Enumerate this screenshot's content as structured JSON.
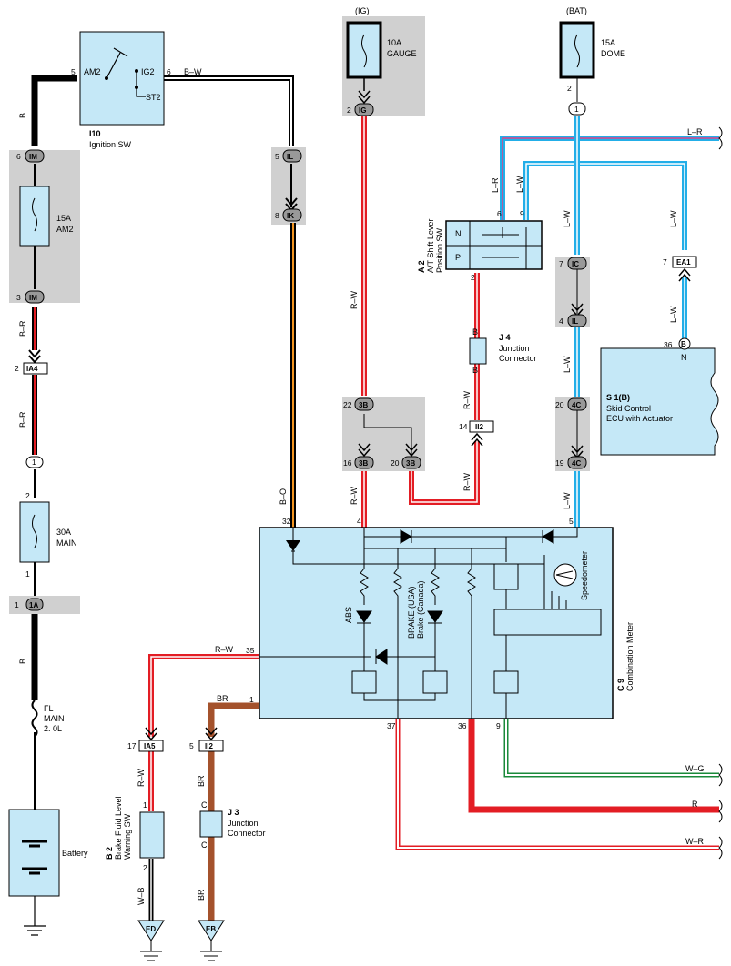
{
  "components": {
    "ignition_sw": {
      "code": "I10",
      "name": "Ignition SW",
      "am2": "AM2",
      "ig2": "IG2",
      "st2": "ST2",
      "pin_am2": "5",
      "pin_ig2": "6"
    },
    "fuse_gauge": {
      "source": "(IG)",
      "amps": "10A",
      "name": "GAUGE"
    },
    "fuse_dome": {
      "source": "(BAT)",
      "amps": "15A",
      "name": "DOME"
    },
    "fuse_am2": {
      "amps": "15A",
      "name": "AM2"
    },
    "fuse_main": {
      "amps": "30A",
      "name": "MAIN"
    },
    "fl_main": {
      "l1": "FL",
      "l2": "MAIN",
      "l3": "2. 0L"
    },
    "battery": {
      "name": "Battery"
    },
    "shift_sw": {
      "code": "A 2",
      "l1": "A/T Shift Lever",
      "l2": "Position SW",
      "n": "N",
      "p": "P",
      "pin6": "6",
      "pin9": "9",
      "pin2": "2"
    },
    "j4": {
      "code": "J 4",
      "l1": "Junction",
      "l2": "Connector",
      "b_top": "B",
      "b_bot": "B"
    },
    "j3": {
      "code": "J 3",
      "l1": "Junction",
      "l2": "Connector",
      "c_top": "C",
      "c_bot": "C"
    },
    "ecu": {
      "code": "S 1(B)",
      "l1": "Skid Control",
      "l2": "ECU with Actuator",
      "pin": "36",
      "conn": "B",
      "n": "N"
    },
    "meter": {
      "code": "C 9",
      "name": "Combination Meter",
      "abs": "ABS",
      "brake_usa": "BRAKE (USA)",
      "brake_can": "Brake (Canada)",
      "speedometer": "Speedometer",
      "pin32": "32",
      "pin4": "4",
      "pin5": "5",
      "pin35": "35",
      "pin1": "1",
      "pin37": "37",
      "pin36": "36",
      "pin9": "9"
    },
    "brake_sw": {
      "code": "B 2",
      "l1": "Brake Fluid Level",
      "l2": "Warning SW",
      "pin1": "1",
      "pin2": "2"
    }
  },
  "connectors": {
    "im_top": {
      "id": "IM",
      "pin": "6"
    },
    "im_bot": {
      "id": "IM",
      "pin": "3"
    },
    "ia4": {
      "id": "IA4",
      "pin": "2"
    },
    "c1": {
      "id": "1"
    },
    "main_top_pin": "2",
    "main_bot_pin": "1",
    "c1a": {
      "id": "1A",
      "pin": "1"
    },
    "il_top": {
      "id": "IL",
      "pin": "5"
    },
    "ik": {
      "id": "IK",
      "pin": "8"
    },
    "ig": {
      "id": "IG",
      "pin": "2"
    },
    "b3_22": {
      "id": "3B",
      "pin": "22"
    },
    "b3_16": {
      "id": "3B",
      "pin": "16"
    },
    "b3_20": {
      "id": "3B",
      "pin": "20"
    },
    "ii2_top": {
      "id": "II2",
      "pin": "14"
    },
    "dome_out": {
      "id": "1",
      "pin": "2"
    },
    "ic": {
      "id": "IC",
      "pin": "7"
    },
    "il_right": {
      "id": "IL",
      "pin": "4"
    },
    "c4_20": {
      "id": "4C",
      "pin": "20"
    },
    "c4_19": {
      "id": "4C",
      "pin": "19"
    },
    "ea1": {
      "id": "EA1",
      "pin": "7"
    },
    "ia5": {
      "id": "IA5",
      "pin": "17"
    },
    "ii2_bot": {
      "id": "II2",
      "pin": "5"
    },
    "ed": {
      "id": "ED"
    },
    "eb": {
      "id": "EB"
    }
  },
  "wires": {
    "b": "B",
    "b_r1": "B–R",
    "b_r2": "B–R",
    "b_w": "B–W",
    "b_o": "B–O",
    "b_lower": "B",
    "r_w1": "R–W",
    "r_w2": "R–W",
    "r_w3": "R–W",
    "r_w4": "R–W",
    "r_w5": "R–W",
    "r_w6": "R–W",
    "l_r1": "L–R",
    "l_r2": "L–R",
    "l_w1": "L–W",
    "l_w2": "L–W",
    "l_w3": "L–W",
    "l_w4": "L–W",
    "l_w5": "L–W",
    "l_w6": "L–W",
    "br1": "BR",
    "br2": "BR",
    "br3": "BR",
    "w_b": "W–B",
    "w_g": "W–G",
    "r": "R",
    "w_r": "W–R"
  },
  "colors": {
    "blue": "#22aee8",
    "red": "#e31d24",
    "brown": "#a4522c",
    "orange": "#f29421",
    "box_fill": "#c5e8f7",
    "gray": "#d0d0d0"
  }
}
